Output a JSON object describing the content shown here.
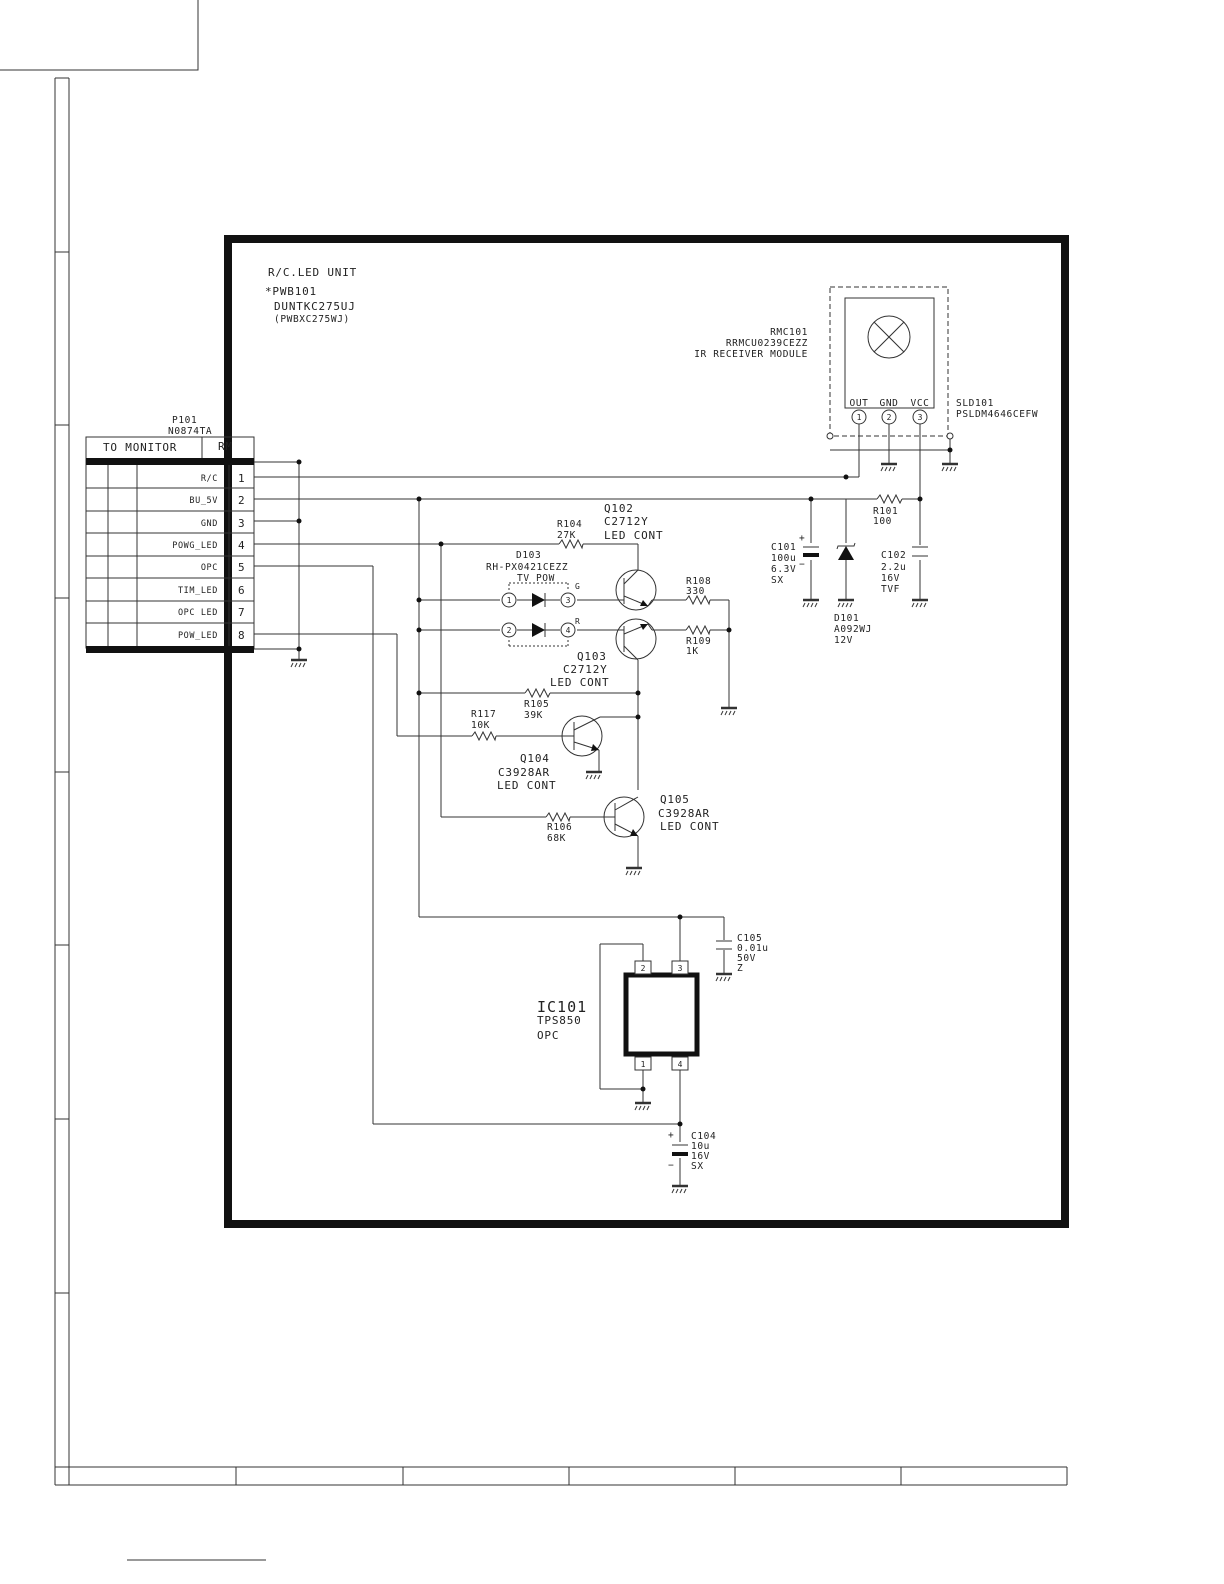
{
  "unit": {
    "title": "R/C.LED UNIT",
    "pwb": "*PWB101",
    "part": "DUNTKC275UJ",
    "part_alt": "(PWBXC275WJ)"
  },
  "connector": {
    "ref": "P101",
    "part": "N0874TA",
    "header_left": "TO MONITOR",
    "header_right": "RM",
    "pins": [
      {
        "name": "R/C",
        "num": "1"
      },
      {
        "name": "BU_5V",
        "num": "2"
      },
      {
        "name": "GND",
        "num": "3"
      },
      {
        "name": "POWG_LED",
        "num": "4"
      },
      {
        "name": "OPC",
        "num": "5"
      },
      {
        "name": "TIM_LED",
        "num": "6"
      },
      {
        "name": "OPC LED",
        "num": "7"
      },
      {
        "name": "POW_LED",
        "num": "8"
      }
    ]
  },
  "rmc": {
    "ref": "RMC101",
    "part": "RRMCU0239CEZZ",
    "desc": "IR RECEIVER MODULE",
    "pin_out": "OUT",
    "pin_gnd": "GND",
    "pin_vcc": "VCC",
    "pin1": "1",
    "pin2": "2",
    "pin3": "3"
  },
  "sld": {
    "ref": "SLD101",
    "part": "PSLDM4646CEFW"
  },
  "r101": {
    "ref": "R101",
    "val": "100"
  },
  "c101": {
    "ref": "C101",
    "val1": "100u",
    "val2": "6.3V",
    "val3": "SX",
    "plus": "+",
    "minus": "−"
  },
  "c102": {
    "ref": "C102",
    "val1": "2.2u",
    "val2": "16V",
    "val3": "TVF"
  },
  "d101": {
    "ref": "D101",
    "part": "A092WJ",
    "val": "12V"
  },
  "q102": {
    "ref": "Q102",
    "part": "C2712Y",
    "desc": "LED CONT"
  },
  "q103": {
    "ref": "Q103",
    "part": "C2712Y",
    "desc": "LED CONT"
  },
  "q104": {
    "ref": "Q104",
    "part": "C3928AR",
    "desc": "LED CONT"
  },
  "q105": {
    "ref": "Q105",
    "part": "C3928AR",
    "desc": "LED CONT"
  },
  "r104": {
    "ref": "R104",
    "val": "27K"
  },
  "r105": {
    "ref": "R105",
    "val": "39K"
  },
  "r106": {
    "ref": "R106",
    "val": "68K"
  },
  "r108": {
    "ref": "R108",
    "val": "330"
  },
  "r109": {
    "ref": "R109",
    "val": "1K"
  },
  "r117": {
    "ref": "R117",
    "val": "10K"
  },
  "d103": {
    "ref": "D103",
    "part": "RH-PX0421CEZZ",
    "desc": "TV POW",
    "pin1": "1",
    "pin2": "2",
    "pin3": "3",
    "pin4": "4",
    "g": "G",
    "r": "R"
  },
  "c105": {
    "ref": "C105",
    "val1": "0.01u",
    "val2": "50V",
    "val3": "Z"
  },
  "c104": {
    "ref": "C104",
    "val1": "10u",
    "val2": "16V",
    "val3": "SX",
    "plus": "+",
    "minus": "−"
  },
  "ic101": {
    "ref": "IC101",
    "part": "TPS850",
    "desc": "OPC",
    "pin1": "1",
    "pin2": "2",
    "pin3": "3",
    "pin4": "4"
  }
}
